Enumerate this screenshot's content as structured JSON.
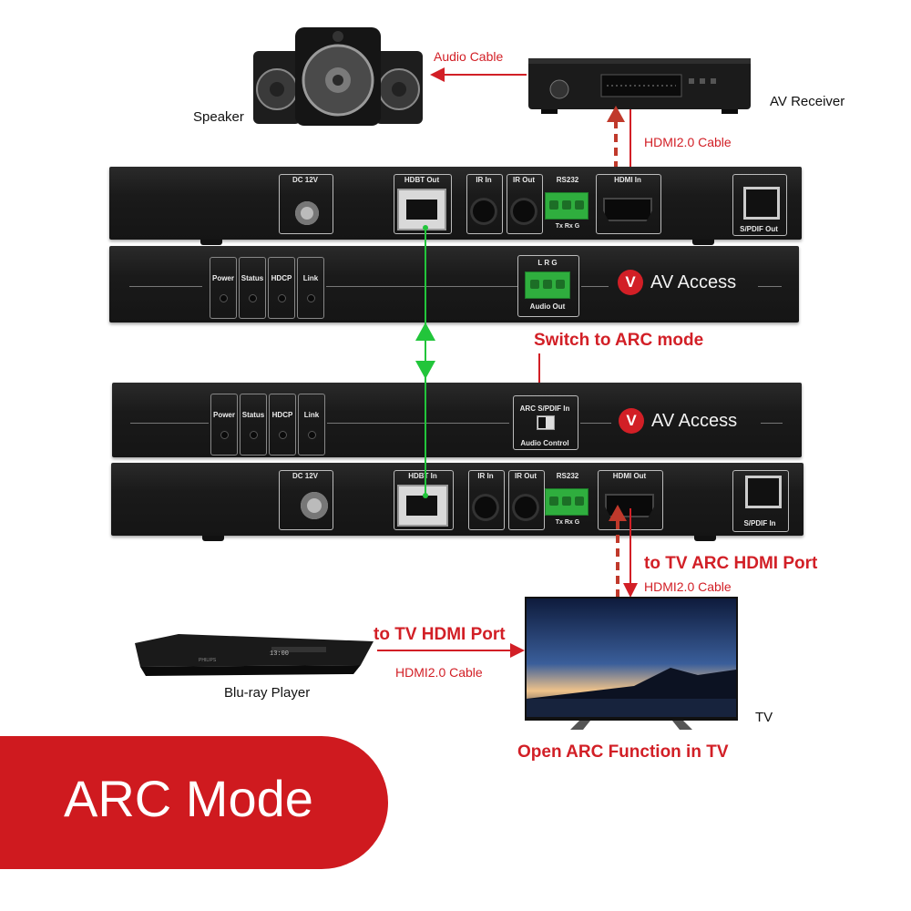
{
  "labels": {
    "speaker": "Speaker",
    "av_receiver": "AV Receiver",
    "audio_cable": "Audio Cable",
    "hdmi_cable_top": "HDMI2.0 Cable",
    "switch_arc": "Switch to ARC mode",
    "to_tv_arc": "to TV ARC HDMI Port",
    "hdmi_cable_right": "HDMI2.0 Cable",
    "to_tv_hdmi": "to TV HDMI Port",
    "hdmi_cable_left": "HDMI2.0 Cable",
    "bluray": "Blu-ray Player",
    "tv": "TV",
    "open_arc": "Open ARC Function in TV",
    "mode_banner": "ARC Mode"
  },
  "transmitter_rear": {
    "dc": "DC 12V",
    "hdbt": "HDBT Out",
    "ir_in": "IR In",
    "ir_out": "IR Out",
    "rs232": "RS232",
    "rs232_pins": "Tx  Rx  G",
    "hdmi": "HDMI In",
    "spdif": "S/PDIF Out"
  },
  "transmitter_front": {
    "leds": [
      "Power",
      "Status",
      "HDCP",
      "Link"
    ],
    "audio_pins": "L   R   G",
    "audio_out": "Audio Out",
    "brand": "AV Access",
    "brand_mark": "V"
  },
  "receiver_front": {
    "leds": [
      "Power",
      "Status",
      "HDCP",
      "Link"
    ],
    "switch_labels": "ARC S/PDIF In",
    "audio_control": "Audio Control",
    "brand": "AV Access",
    "brand_mark": "V"
  },
  "receiver_rear": {
    "dc": "DC 12V",
    "hdbt": "HDBT In",
    "ir_in": "IR In",
    "ir_out": "IR Out",
    "rs232": "RS232",
    "rs232_pins": "Tx  Rx  G",
    "hdmi": "HDMI Out",
    "spdif": "S/PDIF In"
  },
  "devices": {
    "bluray_display": "13:00",
    "bluray_brand": "PHILIPS"
  },
  "colors": {
    "accent_red": "#d21f26",
    "link_green": "#22c53b",
    "panel_dark": "#1a1a1a"
  }
}
